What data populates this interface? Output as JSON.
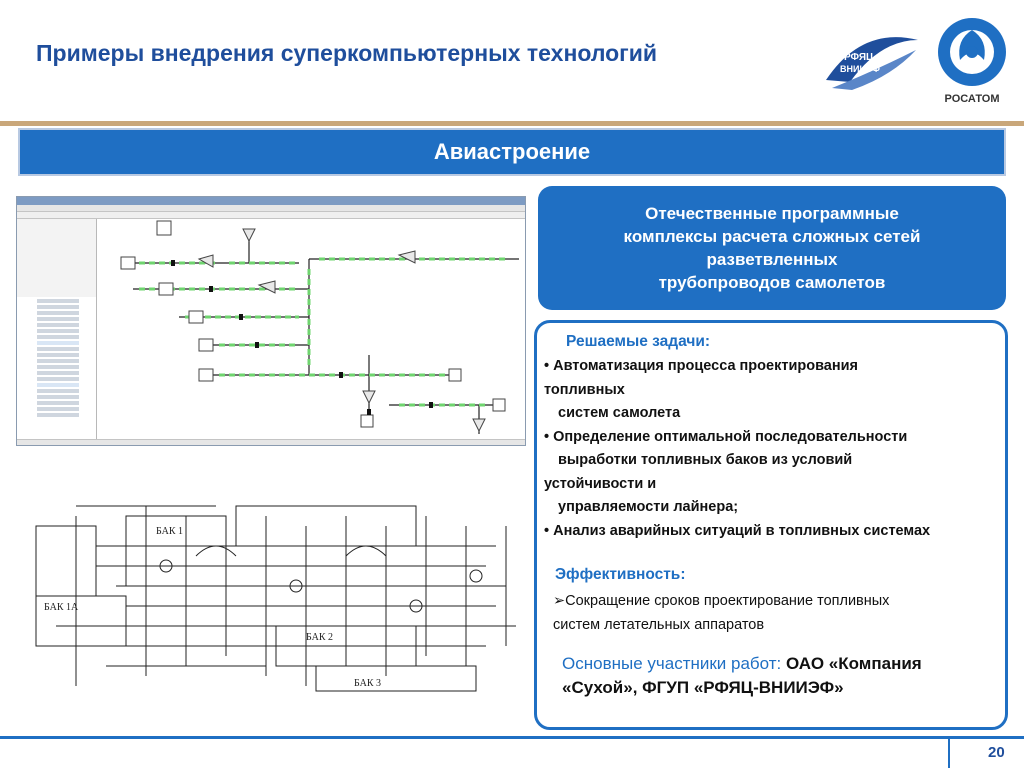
{
  "header": {
    "title": "Примеры внедрения суперкомпьютерных технологий",
    "logo_rfyac_top": "РФЯЦ",
    "logo_rfyac_bottom": "ВНИИЭФ",
    "logo_rosatom": "РОСАТОМ"
  },
  "banner": {
    "label": "Авиастроение"
  },
  "top_box": {
    "text": "Отечественные программные\nкомплексы расчета сложных сетей\nразветвленных\nтрубопроводов самолетов"
  },
  "tasks": {
    "heading": "Решаемые задачи:",
    "lines": [
      "• Автоматизация процесса проектирования",
      "топливных",
      "систем самолета",
      "• Определение оптимальной последовательности",
      "выработки топливных баков из условий",
      "устойчивости и",
      "управляемости лайнера;",
      "• Анализ аварийных ситуаций в топливных системах"
    ]
  },
  "efficiency": {
    "heading": "Эффективность:",
    "lines": [
      "➢Сокращение сроков проектирование топливных",
      "систем летательных аппаратов"
    ]
  },
  "participants": {
    "label": "Основные участники работ:",
    "value": "ОАО «Компания «Сухой», ФГУП «РФЯЦ-ВНИИЭФ»"
  },
  "schematic": {
    "tank_labels": [
      "БАК 1",
      "БАК 1А",
      "БАК 2",
      "БАК 3"
    ]
  },
  "footer": {
    "page_number": "20"
  },
  "colors": {
    "title": "#1f4e9c",
    "accent_blue": "#1f6fc3",
    "gold_rule": "#c9a77a",
    "pipe_green": "#6fd46f"
  }
}
